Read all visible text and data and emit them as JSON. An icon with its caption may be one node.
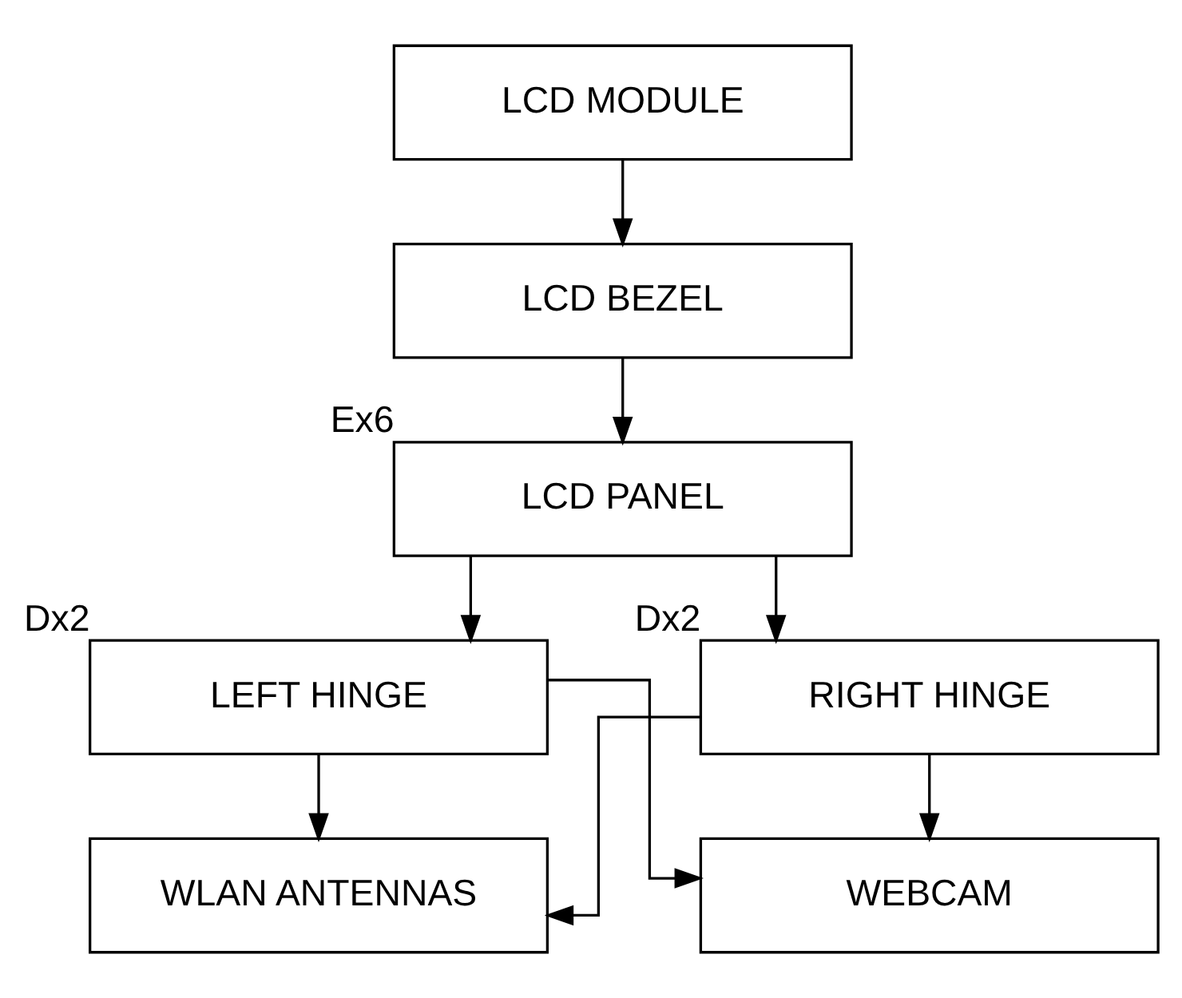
{
  "diagram": {
    "nodes": [
      {
        "text": [
          "LCD MODULE"
        ]
      },
      {
        "text": [
          "LCD BEZEL"
        ]
      },
      {
        "text": [
          "LCD PANEL"
        ],
        "beside": [
          "Ex6"
        ]
      },
      {
        "text": [
          "LEFT HINGE"
        ],
        "beside": [
          "Dx2"
        ]
      },
      {
        "text": [
          "RIGHT HINGE"
        ],
        "beside": [
          "Dx2"
        ]
      },
      {
        "text": [
          "WLAN ANTENNAS"
        ]
      },
      {
        "text": [
          "WEBCAM"
        ]
      }
    ],
    "edges": [
      {
        "from": 0,
        "to": 1,
        "arrow": "to"
      },
      {
        "from": 1,
        "to": 2,
        "arrow": "to"
      },
      {
        "from": 2,
        "to": 3,
        "arrow": "to"
      },
      {
        "from": 2,
        "to": 4,
        "arrow": "to"
      },
      {
        "from": 3,
        "to": 5,
        "arrow": "to"
      },
      {
        "from": 3,
        "to": 6,
        "arrow": "to"
      },
      {
        "from": 4,
        "to": 5,
        "arrow": "to"
      },
      {
        "from": 4,
        "to": 6,
        "arrow": "to"
      }
    ]
  }
}
